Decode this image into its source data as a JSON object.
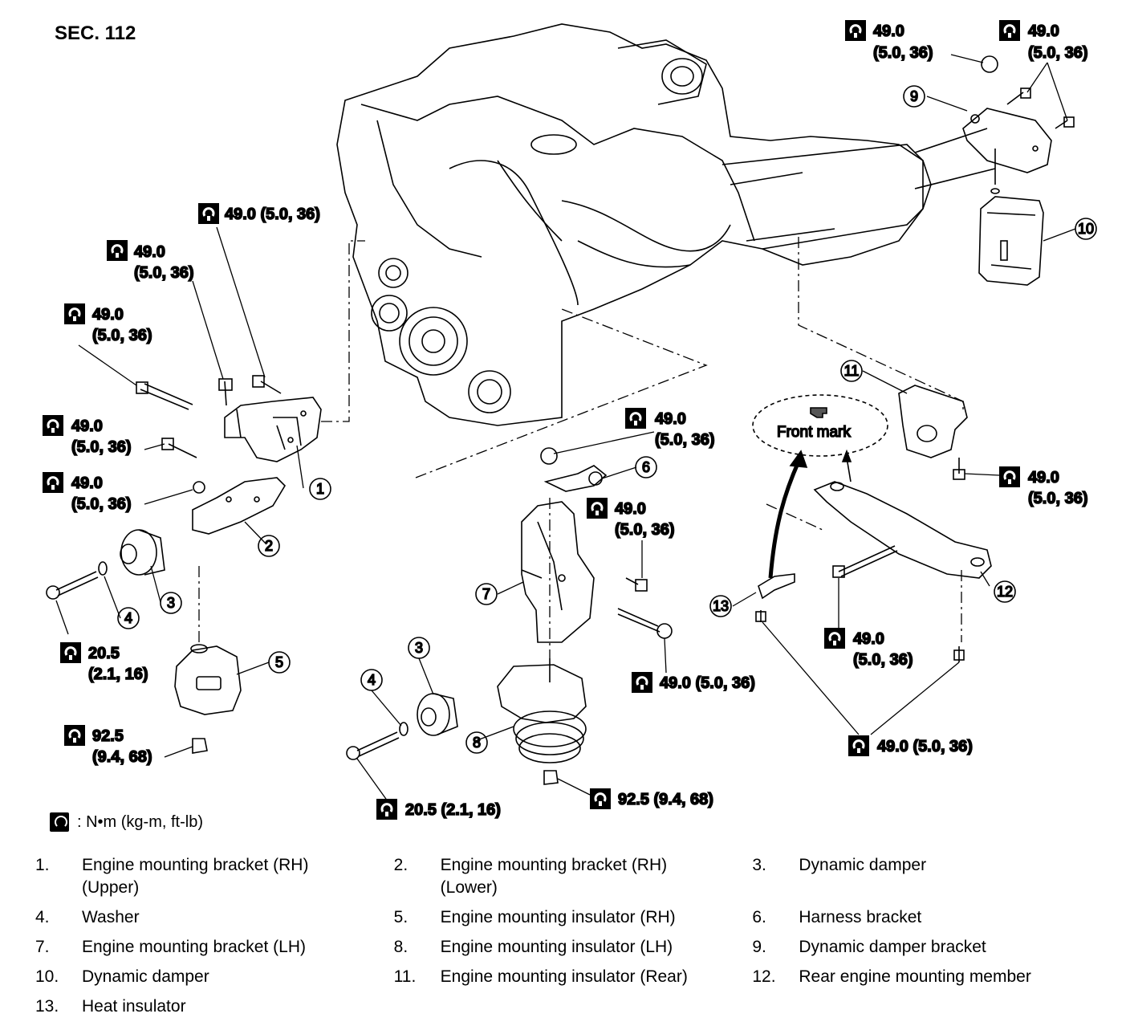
{
  "section": "SEC. 112",
  "legend": ": N•m (kg-m, ft-lb)",
  "front_mark": "Front mark",
  "torque_labels": {
    "t_top_mid": "49.0 (5.0, 36)",
    "t_left1_a": "49.0",
    "t_left1_b": "(5.0, 36)",
    "t_left2_a": "49.0",
    "t_left2_b": "(5.0, 36)",
    "t_left3_a": "49.0",
    "t_left3_b": "(5.0, 36)",
    "t_left4_a": "49.0",
    "t_left4_b": "(5.0, 36)",
    "t_left5_a": "20.5",
    "t_left5_b": "(2.1, 16)",
    "t_left6_a": "92.5",
    "t_left6_b": "(9.4, 68)",
    "t_c1_a": "49.0",
    "t_c1_b": "(5.0, 36)",
    "t_c2_a": "49.0",
    "t_c2_b": "(5.0, 36)",
    "t_c3": "49.0 (5.0, 36)",
    "t_c4": "20.5 (2.1, 16)",
    "t_c5": "92.5 (9.4, 68)",
    "t_tr1_a": "49.0",
    "t_tr1_b": "(5.0, 36)",
    "t_tr2_a": "49.0",
    "t_tr2_b": "(5.0, 36)",
    "t_r1_a": "49.0",
    "t_r1_b": "(5.0, 36)",
    "t_r2_a": "49.0",
    "t_r2_b": "(5.0, 36)",
    "t_r3": "49.0 (5.0, 36)"
  },
  "callouts": [
    "1",
    "2",
    "3",
    "4",
    "5",
    "6",
    "7",
    "8",
    "9",
    "10",
    "11",
    "12",
    "13",
    "3",
    "4"
  ],
  "parts": [
    {
      "num": "1.",
      "name": "Engine mounting bracket (RH)\n(Upper)"
    },
    {
      "num": "2.",
      "name": "Engine mounting bracket (RH)\n(Lower)"
    },
    {
      "num": "3.",
      "name": "Dynamic damper"
    },
    {
      "num": "4.",
      "name": "Washer"
    },
    {
      "num": "5.",
      "name": "Engine mounting insulator (RH)"
    },
    {
      "num": "6.",
      "name": "Harness bracket"
    },
    {
      "num": "7.",
      "name": "Engine mounting bracket (LH)"
    },
    {
      "num": "8.",
      "name": "Engine mounting insulator (LH)"
    },
    {
      "num": "9.",
      "name": "Dynamic damper bracket"
    },
    {
      "num": "10.",
      "name": "Dynamic damper"
    },
    {
      "num": "11.",
      "name": "Engine mounting insulator (Rear)"
    },
    {
      "num": "12.",
      "name": "Rear engine mounting member"
    },
    {
      "num": "13.",
      "name": "Heat insulator"
    }
  ]
}
